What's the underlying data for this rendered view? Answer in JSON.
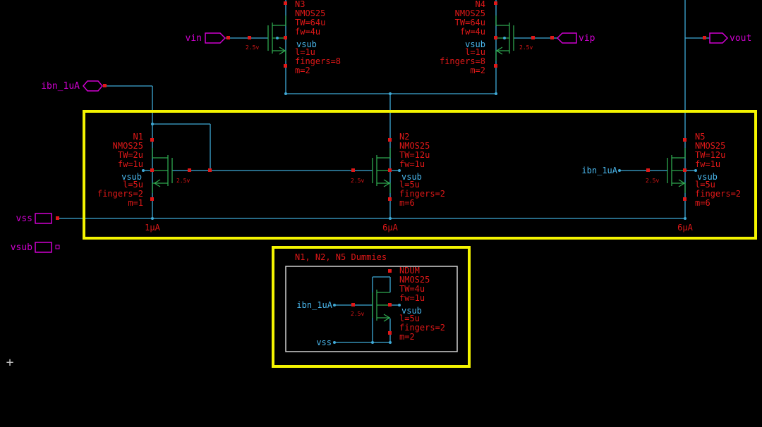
{
  "colors": {
    "background": "#000000",
    "wire": "#3fa9d6",
    "transistor": "#2fa84f",
    "pin": "#d000d0",
    "pin_label": "#d000d0",
    "device_label": "#e01818",
    "node_dot": "#e01818",
    "bulk_label": "#4ab8ee",
    "highlight": "#f4f400",
    "dummy_box": "#cfcfcf",
    "supply_tag": "#e01818"
  },
  "pins": {
    "vin": "vin",
    "vip": "vip",
    "vout": "vout",
    "ibn": "ibn_1uA",
    "vss": "vss",
    "vsub": "vsub"
  },
  "transistors": {
    "n3": {
      "name": "N3",
      "model": "NMOS25",
      "tw": "TW=64u",
      "fw": "fw=4u",
      "bulk": "vsub",
      "l": "l=1u",
      "fingers": "fingers=8",
      "m": "m=2",
      "supply": "2.5v"
    },
    "n4": {
      "name": "N4",
      "model": "NMOS25",
      "tw": "TW=64u",
      "fw": "fw=4u",
      "bulk": "vsub",
      "l": "l=1u",
      "fingers": "fingers=8",
      "m": "m=2",
      "supply": "2.5v"
    },
    "n1": {
      "name": "N1",
      "model": "NMOS25",
      "tw": "TW=2u",
      "fw": "fw=1u",
      "bulk": "vsub",
      "l": "l=5u",
      "fingers": "fingers=2",
      "m": "m=1",
      "supply": "2.5v",
      "current": "1μA"
    },
    "n2": {
      "name": "N2",
      "model": "NMOS25",
      "tw": "TW=12u",
      "fw": "fw=1u",
      "bulk": "vsub",
      "l": "l=5u",
      "fingers": "fingers=2",
      "m": "m=6",
      "supply": "2.5v",
      "current": "6μA"
    },
    "n5": {
      "name": "N5",
      "model": "NMOS25",
      "tw": "TW=12u",
      "fw": "fw=1u",
      "bulk": "vsub",
      "l": "l=5u",
      "fingers": "fingers=2",
      "m": "m=6",
      "supply": "2.5v",
      "current": "6μA",
      "gate_net": "ibn_1uA"
    },
    "ndum": {
      "name": "NDUM",
      "model": "NMOS25",
      "tw": "TW=4u",
      "fw": "fw=1u",
      "bulk": "vsub",
      "l": "l=5u",
      "fingers": "fingers=2",
      "m": "m=2",
      "supply": "2.5v",
      "gate_net": "ibn_1uA",
      "source_net": "vss"
    }
  },
  "dummy_title": "N1, N2, N5 Dummies",
  "cursor_glyph": "+"
}
